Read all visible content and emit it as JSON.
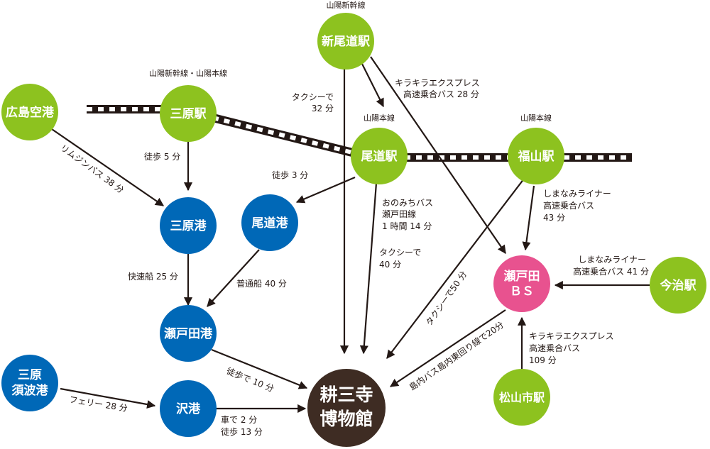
{
  "colors": {
    "station_green": "#8dc21f",
    "port_blue": "#0068b7",
    "bus_stop_pink": "#e8528f",
    "museum_brown": "#3e2c23",
    "rail_black": "#231815"
  },
  "nodes": {
    "shin_onomichi": "新尾道駅",
    "mihara_station": "三原駅",
    "hiroshima_airport": "広島空港",
    "onomichi_station": "尾道駅",
    "fukuyama_station": "福山駅",
    "mihara_port": "三原港",
    "onomichi_port": "尾道港",
    "setoda_port": "瀬戸田港",
    "setoda_bs_line1": "瀬戸田",
    "setoda_bs_line2": "ＢＳ",
    "imabari_station": "今治駅",
    "mihara_sunami_line1": "三原",
    "mihara_sunami_line2": "須波港",
    "sawa_port": "沢港",
    "matsuyama_station": "松山市駅",
    "museum_line1": "耕三寺",
    "museum_line2": "博物館"
  },
  "rail_lines": {
    "shin_onomichi_line": "山陽新幹線",
    "mihara_line": "山陽新幹線・山陽本線",
    "onomichi_line": "山陽本線",
    "fukuyama_line": "山陽本線"
  },
  "routes": {
    "airport_bus": "リムジンバス 38 分",
    "mihara_walk": "徒歩 5 分",
    "onomichi_walk": "徒歩 3 分",
    "taxi_32_l1": "タクシーで",
    "taxi_32_l2": "32 分",
    "kirara_28_l1": "キラキラエクスプレス",
    "kirara_28_l2": "高速乗合バス 28 分",
    "onomichi_bus_l1": "おのみちバス",
    "onomichi_bus_l2": "瀬戸田線",
    "onomichi_bus_l3": "1 時間 14 分",
    "taxi_40_l1": "タクシーで",
    "taxi_40_l2": "40 分",
    "shimanami_43_l1": "しまなみライナー",
    "shimanami_43_l2": "高速乗合バス",
    "shimanami_43_l3": "43 分",
    "shimanami_41_l1": "しまなみライナー",
    "shimanami_41_l2": "高速乗合バス 41 分",
    "rapid_boat": "快速船 25 分",
    "normal_boat": "普通船 40 分",
    "taxi_50": "タクシーで50 分",
    "island_bus": "島内バス島内東回り線で20分",
    "kirara_109_l1": "キラキラエクスプレス",
    "kirara_109_l2": "高速乗合バス",
    "kirara_109_l3": "109 分",
    "setoda_walk": "徒歩で 10 分",
    "ferry": "フェリー 28 分",
    "car_l1": "車で 2 分",
    "car_l2": "徒歩 13 分"
  }
}
